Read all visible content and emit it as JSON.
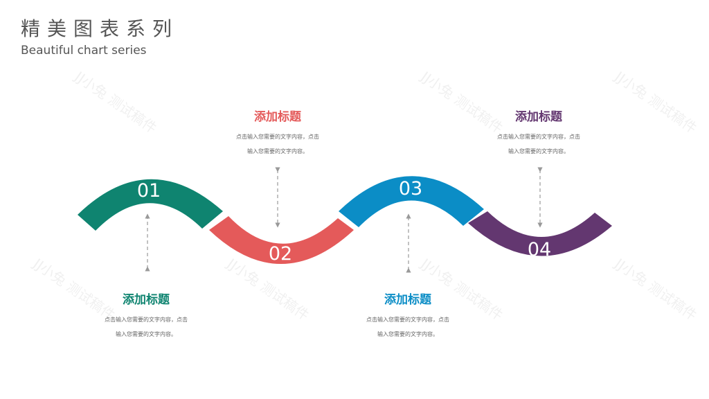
{
  "header": {
    "title_cn": "精美图表系列",
    "title_en": "Beautiful chart series"
  },
  "watermark": "JJ小兔 测试稿件",
  "colors": {
    "step1": "#0F8470",
    "step2": "#E45A5A",
    "step3": "#0B8DC6",
    "step4": "#633770"
  },
  "steps": [
    {
      "number": "01",
      "title": "添加标题",
      "desc_line1": "点击输入您需要的文字内容，点击",
      "desc_line2": "输入您需要的文字内容。"
    },
    {
      "number": "02",
      "title": "添加标题",
      "desc_line1": "点击输入您需要的文字内容，点击",
      "desc_line2": "输入您需要的文字内容。"
    },
    {
      "number": "03",
      "title": "添加标题",
      "desc_line1": "点击输入您需要的文字内容，点击",
      "desc_line2": "输入您需要的文字内容。"
    },
    {
      "number": "04",
      "title": "添加标题",
      "desc_line1": "点击输入您需要的文字内容，点击",
      "desc_line2": "输入您需要的文字内容。"
    }
  ]
}
